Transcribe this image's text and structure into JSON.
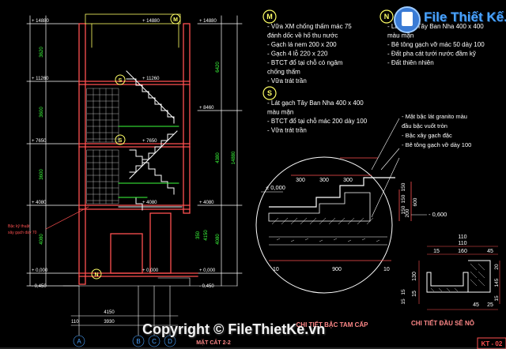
{
  "logo": {
    "text": "File Thiết Kế.vn"
  },
  "watermark": "Copyright © FileThietKe.vn",
  "section": {
    "levels_left": [
      "+ 14880",
      "+ 11260",
      "+ 7650",
      "+ 4080",
      "+ 0,000",
      "- 0,450"
    ],
    "levels_right": [
      "+ 14880",
      "+ 8460",
      "+ 4080",
      "+ 0,000",
      "- 0,450"
    ],
    "levels_inner": [
      "+ 14880",
      "+ 11260",
      "+ 7650",
      "+ 4080",
      "+ 0,000"
    ],
    "dims_left": [
      "3620",
      "3600",
      "3600",
      "4080"
    ],
    "dims_right": [
      "6420",
      "4380",
      "4080",
      "14880"
    ],
    "dims_bottom": [
      "4150",
      "3930"
    ],
    "dim_small": "110",
    "grid_axes": [
      "A",
      "B",
      "C",
      "D"
    ],
    "note_red": [
      "Bậc kỹ thuật",
      "xây gạch dày 70"
    ],
    "marks": [
      "M",
      "S",
      "S",
      "N",
      "N"
    ],
    "dims_stair": [
      "4150",
      "350"
    ]
  },
  "legend_M": {
    "symbol": "M",
    "lines": [
      "- Vữa XM chống thấm mác 75",
      "  đánh dốc về hố thu nước",
      "- Gạch lá nem 200 x 200",
      "- Gạch 4 lỗ 220 x 220",
      "- BTCT đổ tại chỗ có ngâm",
      "  chống thấm",
      "- Vữa trát trần"
    ]
  },
  "legend_N": {
    "symbol": "N",
    "lines": [
      "- Lát gạch Tây Ban Nha 400 x 400",
      "  màu mận",
      "- Bê tông gạch vỡ mác 50 dày 100",
      "- Đất pha cát tưới nước đầm kỹ",
      "- Đất thiên nhiên"
    ]
  },
  "legend_S": {
    "symbol": "S",
    "lines": [
      "- Lát gạch Tây Ban Nha 400 x 400",
      "  màu mận",
      "- BTCT đổ tại chỗ mác 200 dày 100",
      "- Vữa trát trần"
    ]
  },
  "step_detail": {
    "notes": [
      "- Mặt bậc lát granito màu",
      "  đầu bậc vuốt tròn",
      "- Bậc xây gạch đặc",
      "- Bê tông gạch vỡ dày 100"
    ],
    "dims_top": [
      "300",
      "300",
      "300"
    ],
    "dims_right": [
      "150",
      "150",
      "150"
    ],
    "dims_side": [
      "600",
      "200"
    ],
    "level_top": "± 0,000",
    "level_bottom": "- 0,600",
    "dims_bottom": [
      "10",
      "900",
      "10"
    ],
    "title": "CHI TIẾT BẬC TAM CẤP"
  },
  "sill_detail": {
    "dims_top": [
      "110",
      "110"
    ],
    "dims_mid": [
      "15",
      "160",
      "45"
    ],
    "dims_left": [
      "130",
      "15"
    ],
    "dims_right": [
      "20",
      "145",
      "15"
    ],
    "dims_bottom": [
      "45",
      "25"
    ],
    "dims_left2": [
      "15",
      "15"
    ],
    "title": "CHI TIẾT ĐẦU SÊ NÔ"
  },
  "section_title": "MẶT CẮT 2-2",
  "sheet_id": "KT - 02"
}
